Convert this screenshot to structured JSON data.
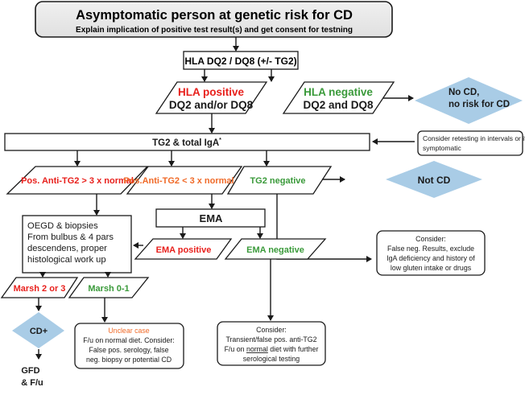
{
  "colors": {
    "red": "#e8201c",
    "green": "#3a9a3a",
    "orange": "#f06a28",
    "black": "#1a1a1a",
    "diamond_fill": "#a9cce6",
    "header_fill": "#e9e9e9"
  },
  "header": {
    "title": "Asymptomatic person at genetic risk for CD",
    "subtitle": "Explain implication of positive test result(s) and get consent for testning"
  },
  "hla_test": {
    "label": "HLA DQ2 / DQ8 (+/- TG2)"
  },
  "hla_positive": {
    "line1": "HLA positive",
    "line2": "DQ2 and/or DQ8"
  },
  "hla_negative": {
    "line1": "HLA negative",
    "line2": "DQ2 and DQ8"
  },
  "no_cd": {
    "line1": "No CD,",
    "line2": "no risk for CD"
  },
  "tg2_total": {
    "label": "TG2 & total IgA",
    "superscript": "*"
  },
  "retest_note": {
    "line1": "Consider retesting in intervals or if",
    "line2": "symptomatic"
  },
  "pos_high": {
    "label": "Pos. Anti-TG2 > 3 x normal"
  },
  "pos_low": {
    "label": "Pos.Anti-TG2 < 3 x normal"
  },
  "tg2_negative": {
    "label": "TG2 negative"
  },
  "not_cd": {
    "label": "Not CD"
  },
  "ema": {
    "label": "EMA"
  },
  "oegd": {
    "line1": "OEGD & biopsies",
    "line2": "From bulbus & 4 pars",
    "line3": "descendens, proper",
    "line4": "histological work up"
  },
  "ema_positive": {
    "label": "EMA positive"
  },
  "ema_negative": {
    "label": "EMA negative"
  },
  "false_neg_note": {
    "line1": "Consider:",
    "line2": "False neg. Results, exclude",
    "line3": "IgA deficiency and history of",
    "line4": "low gluten intake or drugs"
  },
  "marsh_high": {
    "label": "Marsh 2 or 3"
  },
  "marsh_low": {
    "label": "Marsh 0-1"
  },
  "cd_plus": {
    "label": "CD+"
  },
  "gfd": {
    "line1": "GFD",
    "line2": "& F/u"
  },
  "unclear_case": {
    "line1": "Unclear case",
    "line2": "F/u on normal diet. Consider:",
    "line3": "False pos. serology, false",
    "line4": "neg. biopsy or potential CD"
  },
  "transient_note": {
    "line1": "Consider:",
    "line2": "Transient/false pos. anti-TG2",
    "line3_pre": "F/u on ",
    "line3_underlined": "normal",
    "line3_post": " diet with further",
    "line4": "serological testing"
  }
}
